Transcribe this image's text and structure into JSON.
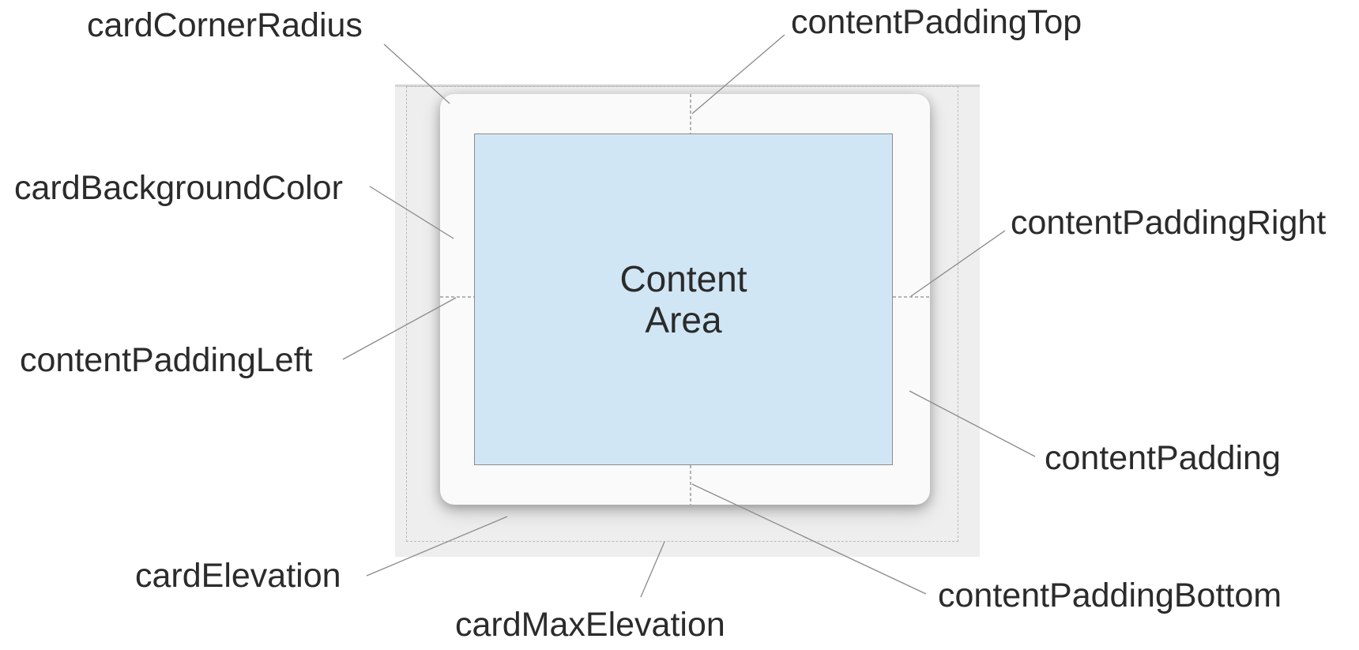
{
  "labels": {
    "cardCornerRadius": "cardCornerRadius",
    "contentPaddingTop": "contentPaddingTop",
    "cardBackgroundColor": "cardBackgroundColor",
    "contentPaddingRight": "contentPaddingRight",
    "contentPaddingLeft": "contentPaddingLeft",
    "contentPadding": "contentPadding",
    "cardElevation": "cardElevation",
    "contentPaddingBottom": "contentPaddingBottom",
    "cardMaxElevation": "cardMaxElevation"
  },
  "content": {
    "line1": "Content",
    "line2": "Area"
  },
  "colors": {
    "content_fill": "#d0e6f4",
    "card_fill": "#fafafa",
    "outer_fill": "#eeeeee",
    "leader_line": "#8a8a8a",
    "text": "#2b2b2b"
  }
}
